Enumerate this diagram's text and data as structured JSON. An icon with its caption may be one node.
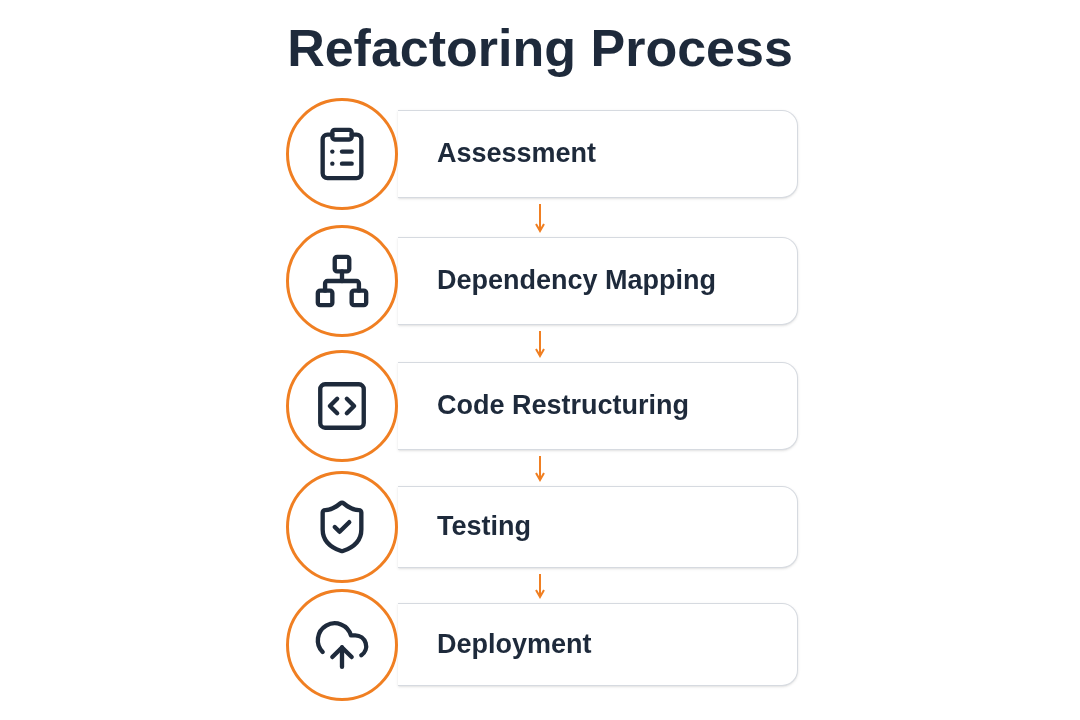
{
  "diagram": {
    "title": "Refactoring Process",
    "nodes": [
      {
        "text": [
          "Assessment"
        ]
      },
      {
        "text": [
          "Dependency Mapping"
        ]
      },
      {
        "text": [
          "Code Restructuring"
        ]
      },
      {
        "text": [
          "Testing"
        ]
      },
      {
        "text": [
          "Deployment"
        ]
      }
    ],
    "edges": [
      {
        "from": 0,
        "to": 1,
        "arrow": "to"
      },
      {
        "from": 1,
        "to": 2,
        "arrow": "to"
      },
      {
        "from": 2,
        "to": 3,
        "arrow": "to"
      },
      {
        "from": 3,
        "to": 4,
        "arrow": "to"
      }
    ]
  }
}
